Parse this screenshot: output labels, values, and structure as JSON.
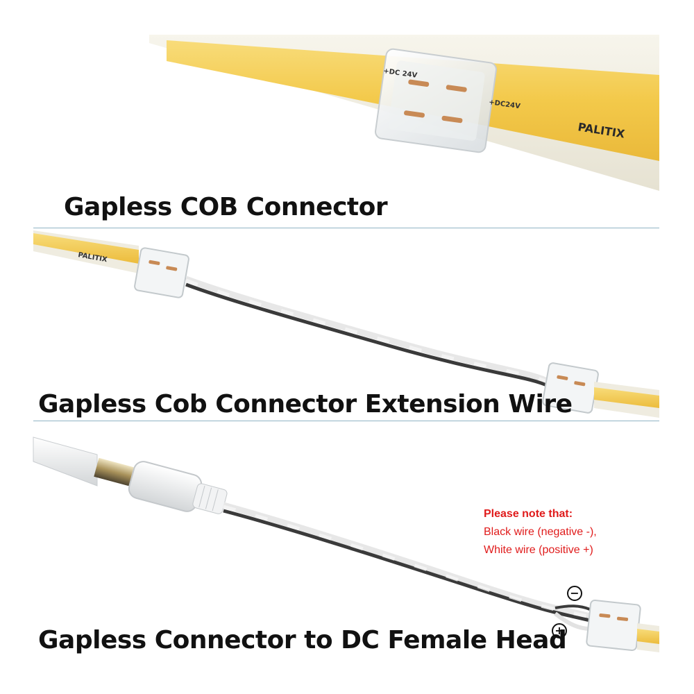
{
  "headlines": {
    "cob_connector": "Gapless COB Connector",
    "extension_wire": "Gapless Cob Connector Extension Wire",
    "dc_female": "Gapless Connector to DC Female Head"
  },
  "strip_marks": {
    "brand": "PALITIX",
    "dc_neg": "+DC 24V",
    "dc_pos": "+DC24V"
  },
  "note": {
    "heading": "Please note that:",
    "line1": "Black wire (negative -),",
    "line2": "White wire (positive +)"
  },
  "polarity": {
    "negative": "−",
    "positive": "+"
  },
  "colors": {
    "note_red": "#e01b1b",
    "led_yellow": "#f3c94a",
    "divider": "#8fb3c4"
  }
}
